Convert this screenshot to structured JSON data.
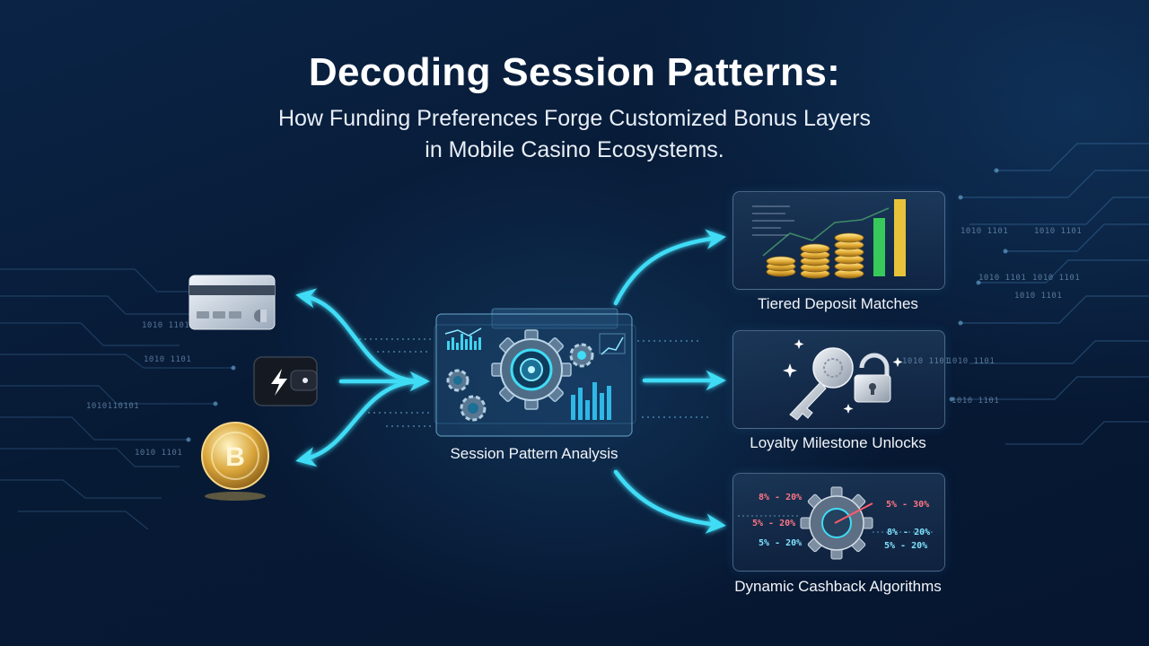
{
  "title": "Decoding Session Patterns:",
  "subtitle": {
    "line1": "How Funding Preferences Forge Customized Bonus Layers",
    "line2": "in Mobile Casino Ecosystems."
  },
  "inputs": [
    {
      "icon": "credit-card-icon"
    },
    {
      "icon": "wallet-lightning-icon"
    },
    {
      "icon": "bitcoin-coin-icon",
      "glyph": "B"
    }
  ],
  "center": {
    "label": "Session Pattern Analysis",
    "icon": "gear-dashboard-icon"
  },
  "outputs": [
    {
      "label": "Tiered Deposit Matches",
      "icon": "coin-stacks-chart-icon"
    },
    {
      "label": "Loyalty Milestone Unlocks",
      "icon": "key-padlock-icon"
    },
    {
      "label": "Dynamic Cashback Algorithms",
      "icon": "gear-percentage-icon"
    }
  ],
  "cashback_tags": [
    "8% - 20%",
    "5% - 20%",
    "5% - 20%",
    "5% - 30%",
    "8% - 20%",
    "5% - 20%"
  ],
  "binary_tags": [
    "1010 1101",
    "1010 1101",
    "1010110101",
    "1010 1101",
    "1010 1101",
    "1010 1101",
    "1010 1101",
    "1010 1101",
    "1010 1101",
    "1010 1101",
    "1010 1101",
    "1010 1101"
  ],
  "colors": {
    "accent": "#38d6f2",
    "background": "#071b33",
    "gold": "#e8b23a",
    "green": "#37c95a"
  }
}
